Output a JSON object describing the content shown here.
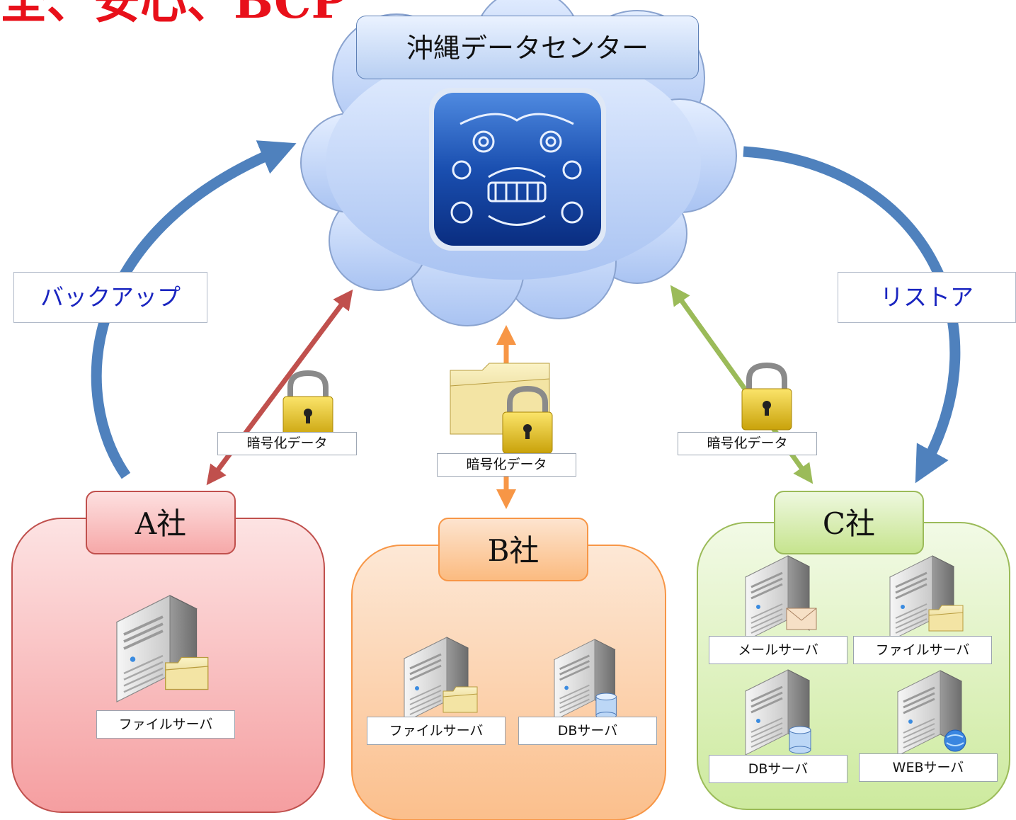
{
  "headline": "全、安心、BCP",
  "datacenter": {
    "title": "沖縄データセンター",
    "logo_icon": "shisa-logo-icon"
  },
  "labels": {
    "backup": "バックアップ",
    "restore": "リストア"
  },
  "encrypted_tags": [
    "暗号化データ",
    "暗号化データ",
    "暗号化データ"
  ],
  "companies": {
    "a": {
      "name": "A社",
      "servers": [
        "ファイルサーバ"
      ]
    },
    "b": {
      "name": "B社",
      "servers": [
        "ファイルサーバ",
        "DBサーバ"
      ]
    },
    "c": {
      "name": "C社",
      "servers": [
        "メールサーバ",
        "ファイルサーバ",
        "DBサーバ",
        "WEBサーバ"
      ]
    }
  },
  "colors": {
    "backup_arrow": "#4f81bd",
    "company_a": "#c0504d",
    "company_b": "#f79646",
    "company_c": "#9bbb59",
    "headline": "#e8101a"
  }
}
